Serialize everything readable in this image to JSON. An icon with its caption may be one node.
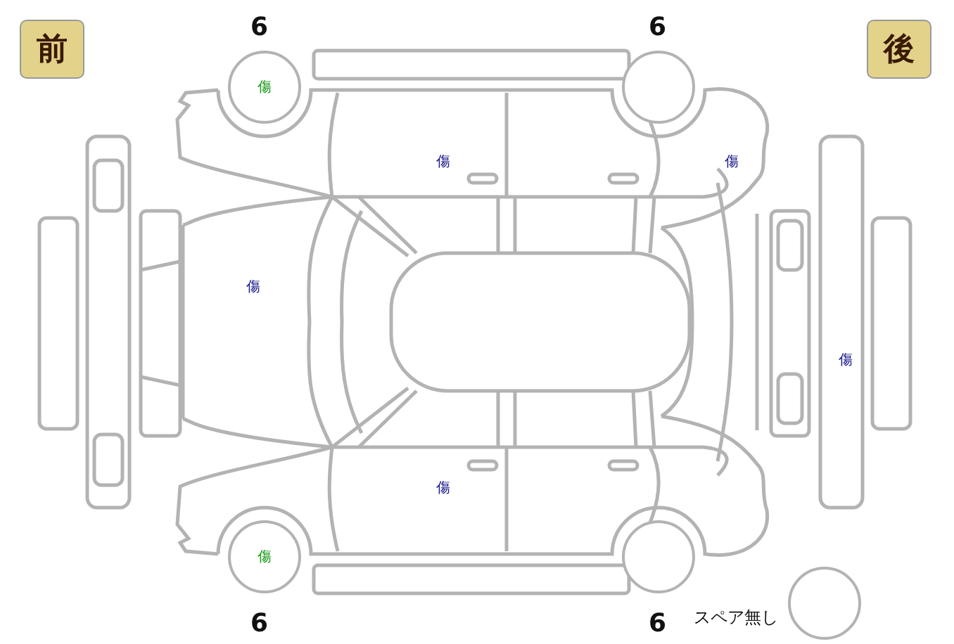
{
  "diagram": {
    "nodes": [
      {
        "text": [
          "前"
        ]
      },
      {
        "text": [
          "傷"
        ],
        "beside": [
          "6"
        ]
      },
      {
        "text": [],
        "shape": "circle",
        "beside": [
          "6"
        ]
      },
      {
        "text": [
          "後"
        ]
      },
      {
        "text": [
          "傷"
        ],
        "beside": [
          "6"
        ]
      },
      {
        "text": [],
        "shape": "circle",
        "beside": [
          "6"
        ]
      },
      {
        "text": [],
        "shape": "circle",
        "beside": [
          "スペア無し"
        ]
      }
    ],
    "labels": [
      "傷",
      "傷",
      "傷",
      "傷",
      "傷"
    ]
  }
}
